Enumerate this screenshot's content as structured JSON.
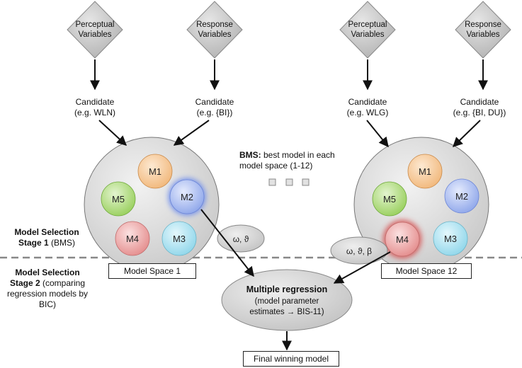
{
  "left_pipeline": {
    "perceptual_label": "Perceptual\nVariables",
    "response_label": "Response\nVariables",
    "candidate1": "Candidate\n(e.g. WLN)",
    "candidate2": "Candidate\n(e.g. {BI})",
    "models": [
      "M1",
      "M2",
      "M3",
      "M4",
      "M5"
    ],
    "space_label": "Model Space 1",
    "params": "ω, ϑ"
  },
  "right_pipeline": {
    "perceptual_label": "Perceptual\nVariables",
    "response_label": "Response\nVariables",
    "candidate1": "Candidate\n(e.g. WLG)",
    "candidate2": "Candidate\n(e.g. {BI, DU})",
    "models": [
      "M1",
      "M2",
      "M3",
      "M4",
      "M5"
    ],
    "space_label": "Model Space 12",
    "params": "ω, ϑ, β"
  },
  "bms_note": {
    "bold": "BMS:",
    "rest": " best model in each\nmodel space (1-12)"
  },
  "stage1": {
    "bold": "Model Selection\nStage 1",
    "rest": " (BMS)"
  },
  "stage2": {
    "bold": "Model Selection\nStage 2",
    "rest": " (comparing\nregression models by\nBIC)"
  },
  "regression": {
    "title": "Multiple regression",
    "detail": "(model parameter\nestimates → BIS-11)"
  },
  "final_label": "Final winning model",
  "colors": {
    "M1": "#f6c48e",
    "M2": "#9fb4ee",
    "M3": "#9fe0f0",
    "M4": "#ee9a9a",
    "M5": "#a6d870",
    "space": "#dcdcdc",
    "diamond": "#c8c8c8"
  }
}
